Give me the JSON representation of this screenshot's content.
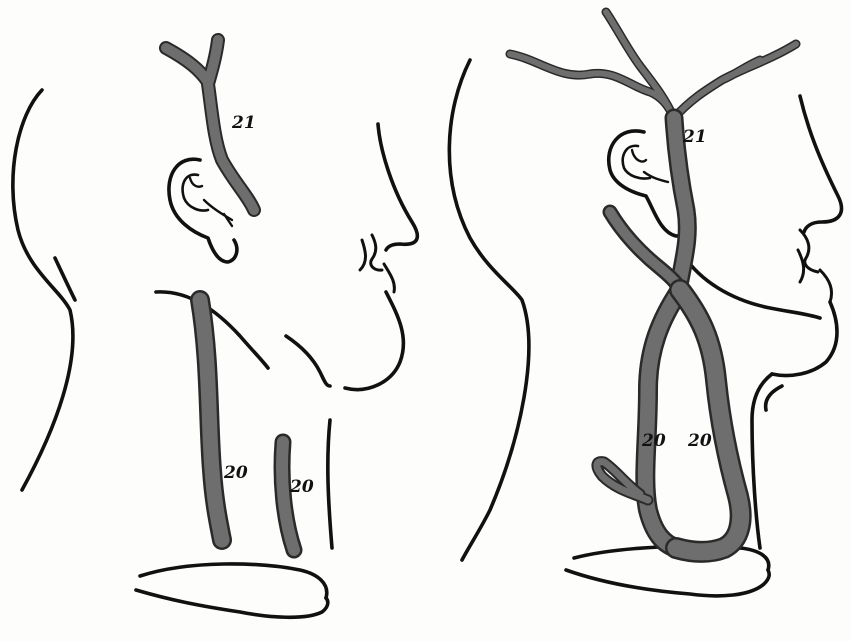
{
  "figures": [
    {
      "labels": {
        "temporal": "21",
        "neck_front": "20",
        "neck_back": "20"
      }
    },
    {
      "labels": {
        "temporal": "21",
        "neck_front": "20",
        "neck_back": "20"
      }
    }
  ],
  "colors": {
    "ink": "#111111",
    "vein_fill": "#6e6e6e",
    "vein_edge": "#2a2a2a",
    "paper": "#fdfdfb"
  }
}
